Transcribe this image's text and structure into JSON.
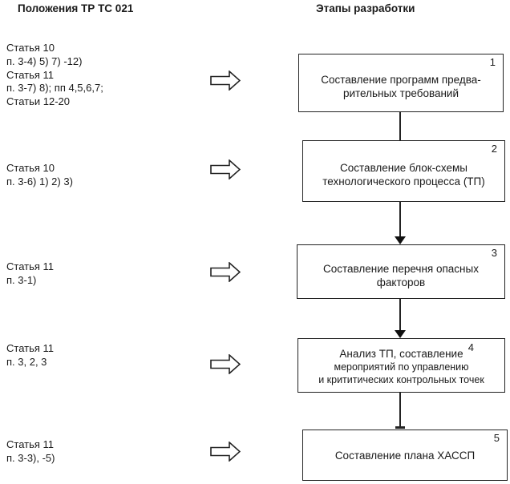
{
  "headers": {
    "left": "Положения ТР ТС 021",
    "right": "Этапы разработки"
  },
  "left_column": {
    "blocks": [
      {
        "lines": [
          "Статья 10",
          "п. 3-4) 5) 7) -12)",
          "Статья 11",
          "п. 3-7) 8); пп 4,5,6,7;",
          "Статьи 12-20"
        ]
      },
      {
        "lines": [
          "Статья 10",
          "п. 3-6) 1) 2) 3)"
        ]
      },
      {
        "lines": [
          "Статья 11",
          "п. 3-1)"
        ]
      },
      {
        "lines": [
          "Статья 11",
          "п. 3, 2, 3"
        ]
      },
      {
        "lines": [
          "Статья 11",
          "п. 3-3), -5)"
        ]
      }
    ]
  },
  "flowchart": {
    "steps": [
      {
        "number": "1",
        "lines": [
          "Составление программ предва-",
          "рительных требований"
        ]
      },
      {
        "number": "2",
        "lines": [
          "Составление блок-схемы",
          "технологического процесса (ТП)"
        ]
      },
      {
        "number": "3",
        "lines": [
          "Составление перечня опасных",
          "факторов"
        ]
      },
      {
        "number": "4",
        "lines": [
          "Анализ ТП, составление",
          "мероприятий по управлению",
          "и крититических контрольных точек"
        ]
      },
      {
        "number": "5",
        "lines": [
          "Составление плана ХАССП"
        ]
      }
    ]
  },
  "colors": {
    "background": "#ffffff",
    "text": "#1a1a1a",
    "box_border": "#222222",
    "box_fill": "#ffffff",
    "connector": "#222222"
  }
}
